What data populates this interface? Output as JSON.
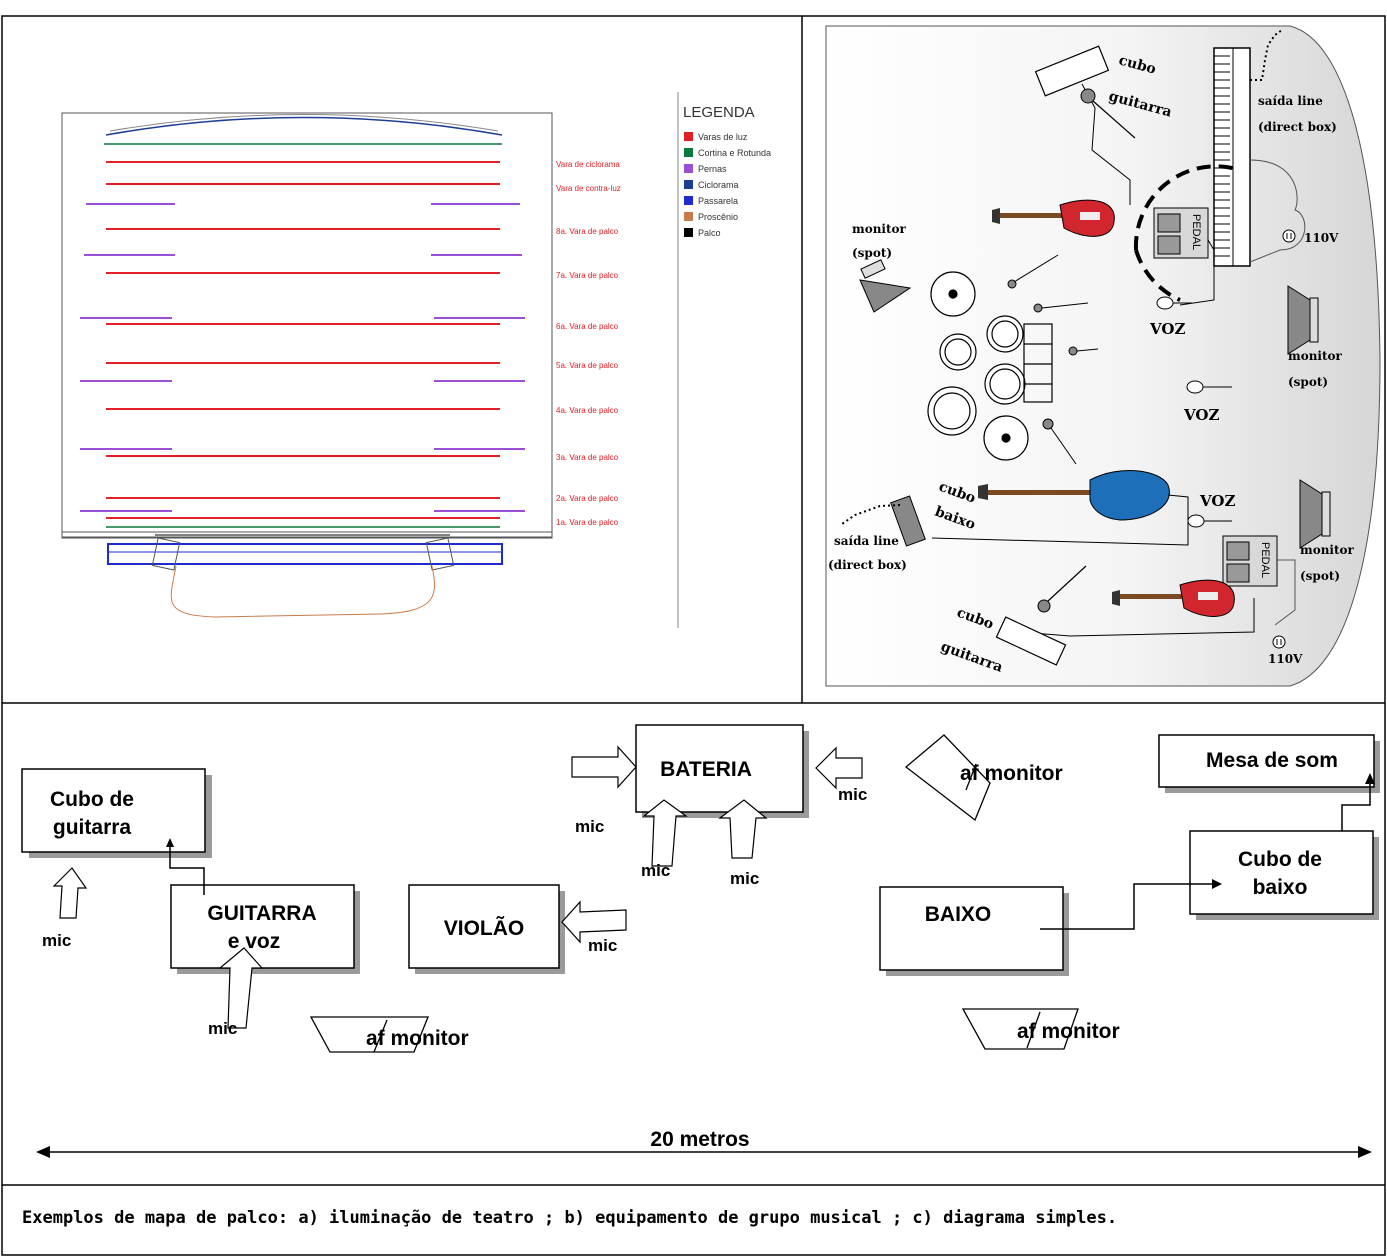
{
  "panel_a": {
    "legend_title": "LEGENDA",
    "legend_items": [
      {
        "label": "Varas de luz",
        "color": "#e31e24"
      },
      {
        "label": "Cortina e Rotunda",
        "color": "#0a7a3a"
      },
      {
        "label": "Pernas",
        "color": "#9b4fd6"
      },
      {
        "label": "Ciclorama",
        "color": "#1c3f95"
      },
      {
        "label": "Passarela",
        "color": "#1f2bd0"
      },
      {
        "label": "Proscênio",
        "color": "#c97b4b"
      },
      {
        "label": "Palco",
        "color": "#000000"
      }
    ],
    "bar_labels": [
      "Vara de ciclorama",
      "Vara de contra-luz",
      "8a. Vara de palco",
      "7a. Vara de palco",
      "6a. Vara de palco",
      "5a. Vara de palco",
      "4a. Vara de palco",
      "3a. Vara de palco",
      "2a. Vara de palco",
      "1a. Vara de palco"
    ]
  },
  "panel_b": {
    "cubo_guitarra_top": [
      "cubo",
      "guitarra"
    ],
    "saida_line_top": [
      "saída line",
      "(direct box)"
    ],
    "monitor_left": [
      "monitor",
      "(spot)"
    ],
    "pedal_top": "PEDAL",
    "outlet_top": "110V",
    "voz_1": "VOZ",
    "monitor_right_1": [
      "monitor",
      "(spot)"
    ],
    "voz_2": "VOZ",
    "cubo_baixo": [
      "cubo",
      "baixo"
    ],
    "saida_line_bottom": [
      "saída line",
      "(direct box)"
    ],
    "voz_3": "VOZ",
    "pedal_bottom": "PEDAL",
    "monitor_right_2": [
      "monitor",
      "(spot)"
    ],
    "cubo_guitarra_bottom": [
      "cubo",
      "guitarra"
    ],
    "outlet_bottom": "110V"
  },
  "panel_c": {
    "cubo_guitarra": [
      "Cubo de",
      "guitarra"
    ],
    "guitarra": [
      "GUITARRA",
      "e voz"
    ],
    "violao": "VIOLÃO",
    "bateria": "BATERIA",
    "baixo": "BAIXO",
    "cubo_baixo": [
      "Cubo de",
      "baixo"
    ],
    "mesa": "Mesa de som",
    "mic": "mic",
    "af_monitor": "af monitor",
    "scale_label": "20 metros"
  },
  "caption": "Exemplos de mapa de palco: a) iluminação de teatro  ; b) equipamento de grupo musical ; c) diagrama simples."
}
